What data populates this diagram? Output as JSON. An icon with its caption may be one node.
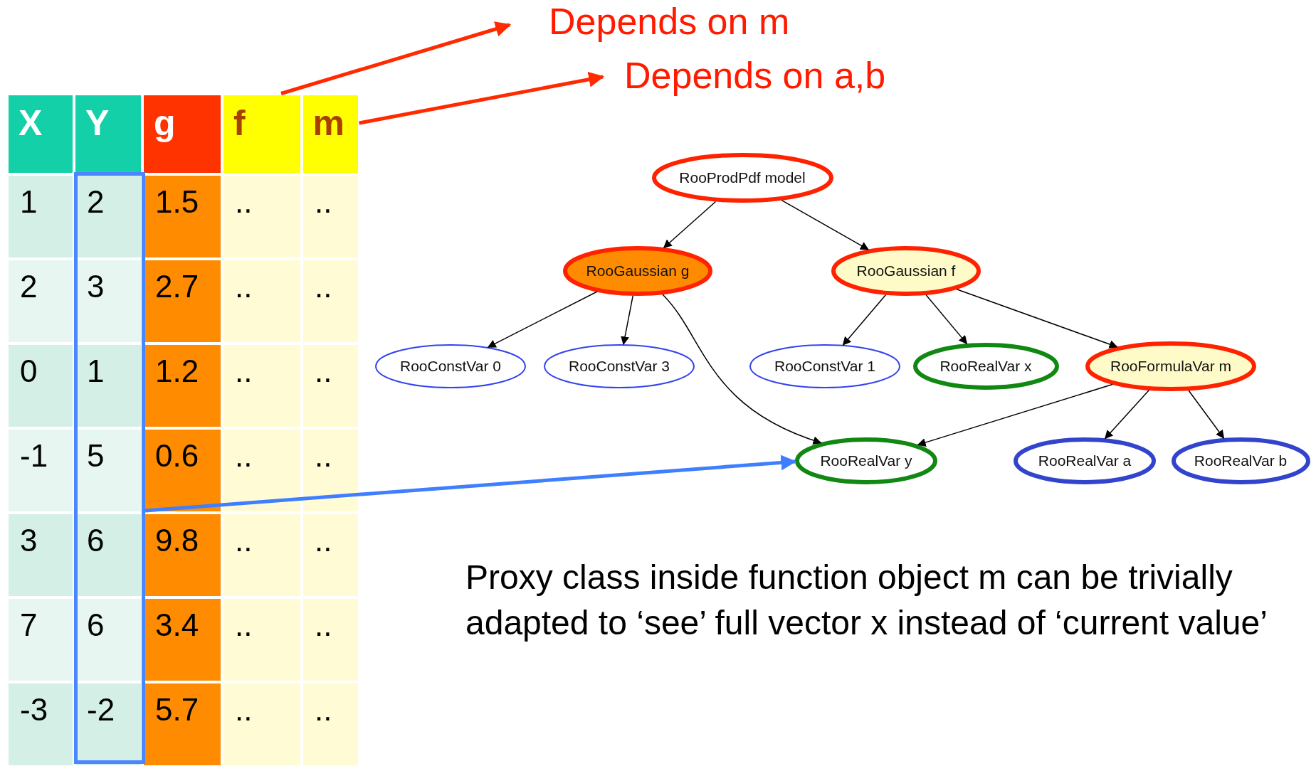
{
  "diagram": {
    "nodes": [
      {
        "text": [
          "RooProdPdf model"
        ]
      },
      {
        "text": [
          "RooGaussian g"
        ]
      },
      {
        "text": [
          "RooGaussian f"
        ]
      },
      {
        "text": [
          "RooConstVar 0"
        ]
      },
      {
        "text": [
          "RooConstVar 3"
        ]
      },
      {
        "text": [
          "RooConstVar 1"
        ]
      },
      {
        "text": [
          "RooRealVar x"
        ]
      },
      {
        "text": [
          "RooFormulaVar m"
        ]
      },
      {
        "text": [
          "RooRealVar y"
        ]
      },
      {
        "text": [
          "RooRealVar a"
        ]
      },
      {
        "text": [
          "RooRealVar b"
        ]
      },
      {
        "text": [
          "Depends on m"
        ]
      },
      {
        "text": [
          "Depends on a,b"
        ]
      },
      {
        "text": [
          "f"
        ]
      },
      {
        "text": [
          "m"
        ]
      },
      {
        "text": [],
        "shape": "box"
      }
    ],
    "edges": [
      {
        "from": 0,
        "to": 1,
        "arrow": "to"
      },
      {
        "from": 0,
        "to": 2,
        "arrow": "to"
      },
      {
        "from": 1,
        "to": 3,
        "arrow": "to"
      },
      {
        "from": 1,
        "to": 4,
        "arrow": "to"
      },
      {
        "from": 1,
        "to": 8,
        "arrow": "to"
      },
      {
        "from": 2,
        "to": 5,
        "arrow": "to"
      },
      {
        "from": 2,
        "to": 6,
        "arrow": "to"
      },
      {
        "from": 2,
        "to": 7,
        "arrow": "to"
      },
      {
        "from": 7,
        "to": 8,
        "arrow": "to"
      },
      {
        "from": 7,
        "to": 9,
        "arrow": "to"
      },
      {
        "from": 7,
        "to": 10,
        "arrow": "to"
      },
      {
        "from": 13,
        "to": 11,
        "arrow": "to",
        "style": "thick",
        "color": "#ff2a00"
      },
      {
        "from": 14,
        "to": 12,
        "arrow": "to",
        "style": "thick",
        "color": "#ff2a00"
      },
      {
        "from": 15,
        "to": 8,
        "arrow": "to",
        "style": "thick",
        "color": "#3f7fff"
      }
    ],
    "labels": [
      "X",
      "Y",
      "g",
      "1",
      "2",
      "1.5",
      "..",
      "..",
      "2",
      "3",
      "2.7",
      "..",
      "..",
      "0",
      "1",
      "1.2",
      "..",
      "..",
      "-1",
      "5",
      "0.6",
      "..",
      "..",
      "3",
      "6",
      "9.8",
      "..",
      "..",
      "7",
      "6",
      "3.4",
      "..",
      "..",
      "-3",
      "-2",
      "5.7",
      "..",
      "..",
      "Proxy class inside function object m can be trivially adapted to ‘see’ full vector x instead of ‘current value’"
    ]
  }
}
